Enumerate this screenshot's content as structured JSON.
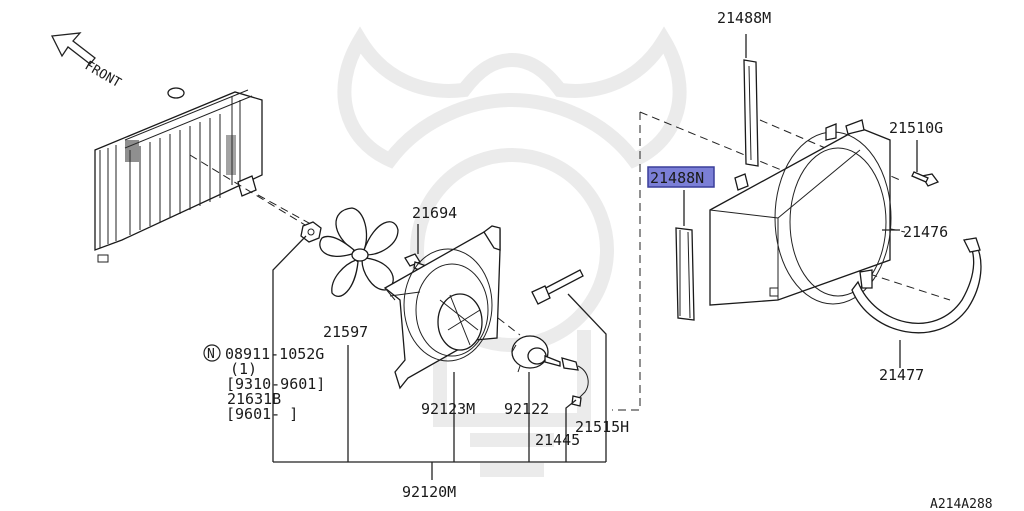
{
  "diagram_code": "A214A288",
  "direction_label": "FRONT",
  "highlight_color": "#7b7fd6",
  "parts": {
    "fan_shroud_top": "21488M",
    "fan_shroud_side": "21488N",
    "bolt": "21510G",
    "shroud": "21476",
    "shroud_seal": "21477",
    "bolt_fan_motor": "21694",
    "fan_blade": "21597",
    "nut_code": "08911-1052G",
    "nut_qty": "(1)",
    "nut_range": "[9310-9601]",
    "nut_alt": "21631B",
    "nut_alt_range": "[9601-     ]",
    "nut_symbol": "N",
    "fan_bracket": "92123M",
    "motor": "92122",
    "harness": "21445",
    "clip": "21515H",
    "assembly": "92120M"
  }
}
